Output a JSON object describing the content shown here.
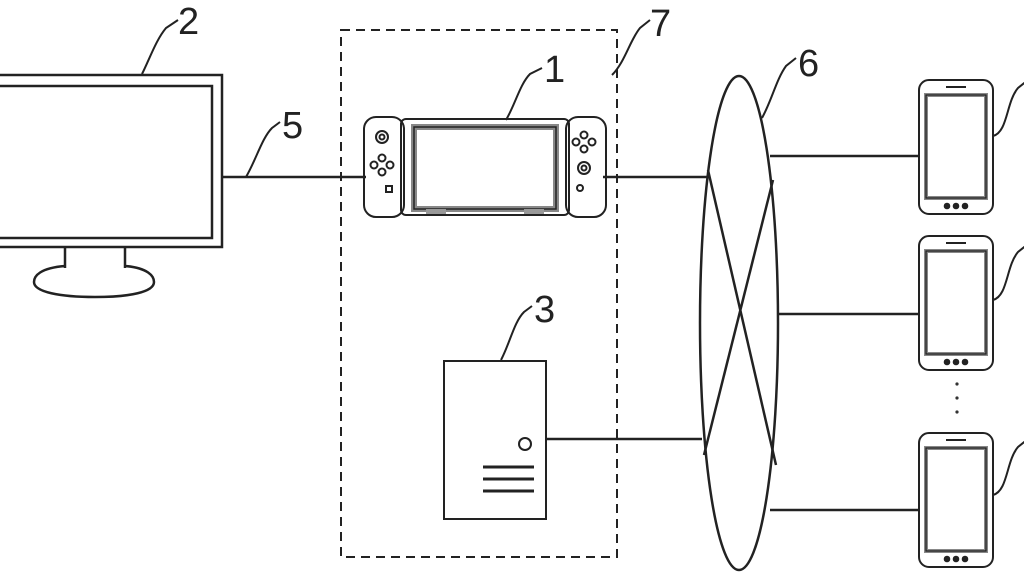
{
  "labels": {
    "game_device": "1",
    "monitor": "2",
    "server": "3",
    "cable": "5",
    "network": "6",
    "system_boundary": "7"
  },
  "ellipsis": "·\n·\n·",
  "colors": {
    "line": "#222222",
    "screen_gray": "#888888",
    "background": "#ffffff"
  }
}
